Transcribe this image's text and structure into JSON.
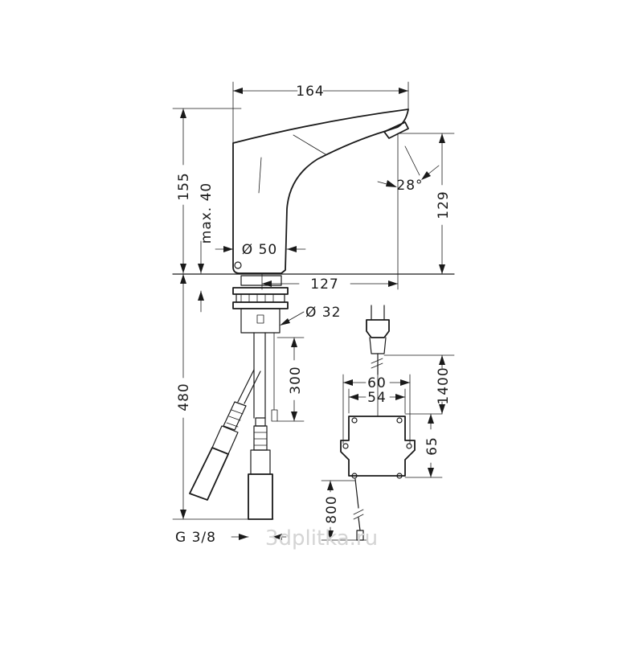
{
  "dimensions": {
    "spout_length": "164",
    "total_height": "155",
    "max_deck": "max. 40",
    "base_diameter": "Ø 50",
    "spout_height": "129",
    "spout_reach": "127",
    "sensor_angle": "28°",
    "shank_diameter": "Ø 32",
    "cable_300": "300",
    "below_length": "480",
    "box_width_60": "60",
    "box_width_54": "54",
    "box_height": "65",
    "cable_1400": "1400",
    "cable_800": "800",
    "thread": "G 3/8"
  },
  "watermark": "3dplitka.ru"
}
